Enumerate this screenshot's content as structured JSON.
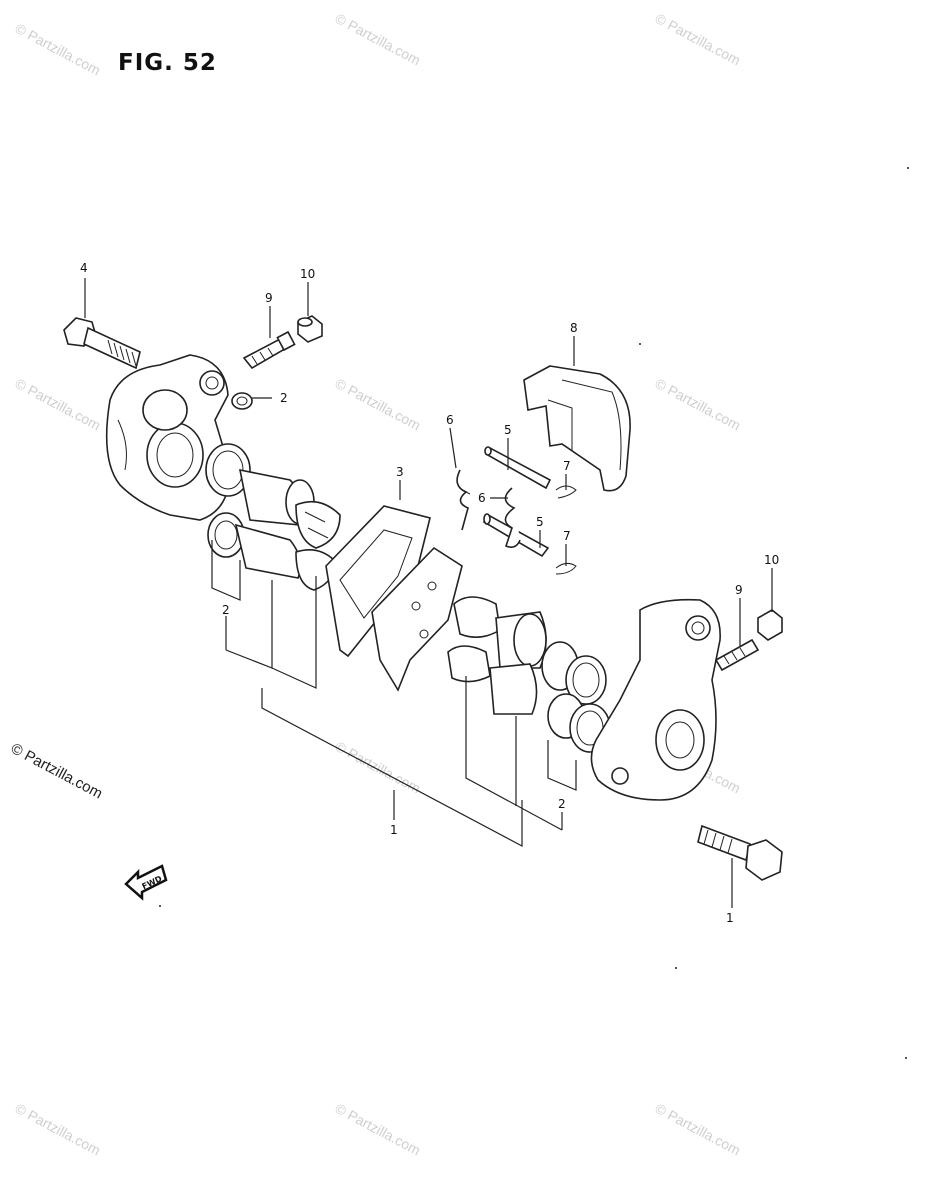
{
  "figure": {
    "title": "FIG. 52",
    "fwd_label": "FWD"
  },
  "watermark": {
    "text": "© Partzilla.com"
  },
  "copyright": {
    "text": "© Partzilla.com"
  },
  "callouts": {
    "c1": "1",
    "c1b": "1",
    "c2a": "2",
    "c2b": "2",
    "c2c": "2",
    "c3": "3",
    "c4": "4",
    "c5a": "5",
    "c5b": "5",
    "c6a": "6",
    "c6b": "6",
    "c7a": "7",
    "c7b": "7",
    "c8": "8",
    "c9a": "9",
    "c9b": "9",
    "c10a": "10",
    "c10b": "10"
  }
}
